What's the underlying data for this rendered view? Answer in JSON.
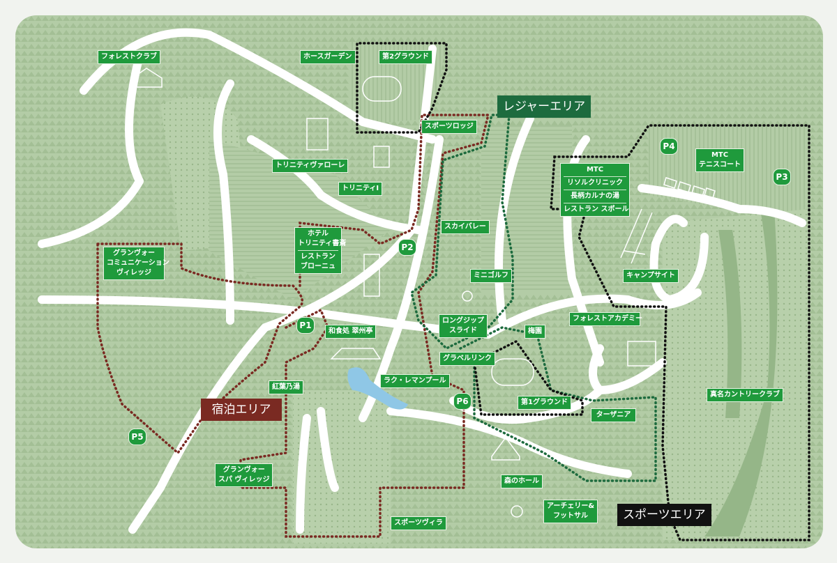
{
  "colors": {
    "map_base": "#b3cca6",
    "road": "#ffffff",
    "label": "#1f9a3c",
    "leisure": "#1d6b3e",
    "stay": "#7a2a22",
    "sports": "#111111",
    "pond": "#8fc7e6"
  },
  "areas": {
    "leisure": "レジャーエリア",
    "stay": "宿泊エリア",
    "sports": "スポーツエリア"
  },
  "parking": [
    "P1",
    "P2",
    "P3",
    "P4",
    "P5",
    "P6"
  ],
  "labels": {
    "forest_club": "フォレストクラブ",
    "horse_garden": "ホースガーデン",
    "ground2": "第2グラウンド",
    "sports_lodge": "スポーツロッジ",
    "trinity_valore": "トリニティヴァローレ",
    "trinity1": "トリニティI",
    "mtc": [
      "MTC",
      "リソルクリニック",
      "長柄カルナの湯",
      "レストラン スポール"
    ],
    "tennis": [
      "MTC",
      "テニスコート"
    ],
    "hotel": [
      "ホテル",
      "トリニティ書斎"
    ],
    "restaurant": [
      "レストラン",
      "ブローニュ"
    ],
    "comm_village": [
      "グランヴォー",
      "コミュニケーション",
      "ヴィレッジ"
    ],
    "sky_valley": "スカイバレー",
    "mini_golf": "ミニゴルフ",
    "camp": "キャンプサイト",
    "zip": [
      "ロングジップ",
      "スライド"
    ],
    "academy": "フォレストアカデミー",
    "plum": "梅園",
    "washoku": "和食処 翠州亭",
    "gravel": "グラベルリンク",
    "momiji": "紅葉乃湯",
    "pool": "ラク・レマンプール",
    "ground1": "第1グラウンド",
    "tarzania": "ターザニア",
    "country": "真名カントリークラブ",
    "spa_village": [
      "グランヴォー",
      "スパ ヴィレッジ"
    ],
    "hall": "森のホール",
    "sports_villa": "スポーツヴィラ",
    "archery": [
      "アーチェリー&",
      "フットサル"
    ]
  }
}
